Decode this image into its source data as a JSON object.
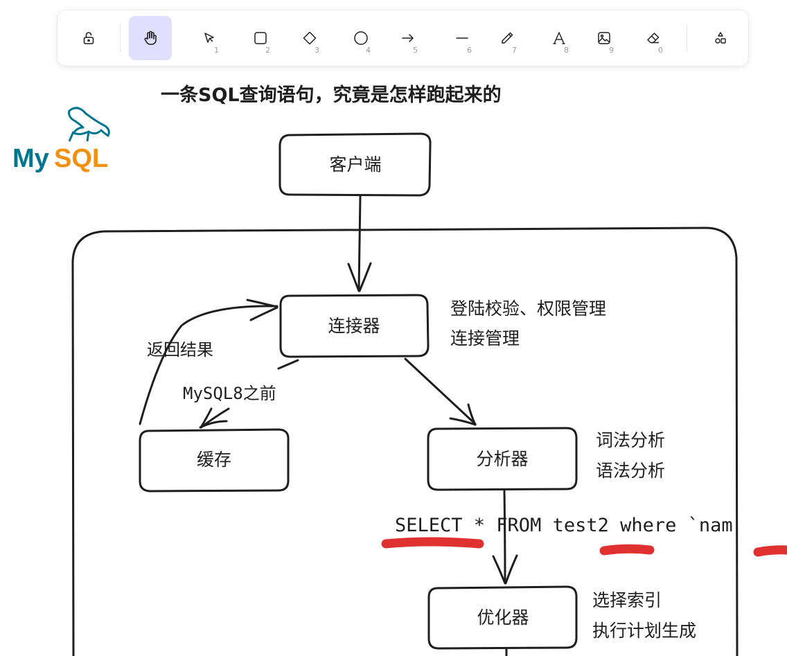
{
  "toolbar": {
    "tools": [
      {
        "name": "lock",
        "icon": "lock-icon",
        "key": ""
      },
      {
        "name": "hand",
        "icon": "hand-icon",
        "key": "",
        "active": true
      },
      {
        "name": "selection",
        "icon": "pointer-icon",
        "key": "1"
      },
      {
        "name": "rectangle",
        "icon": "square-icon",
        "key": "2"
      },
      {
        "name": "diamond",
        "icon": "diamond-icon",
        "key": "3"
      },
      {
        "name": "ellipse",
        "icon": "circle-icon",
        "key": "4"
      },
      {
        "name": "arrow",
        "icon": "arrow-right-icon",
        "key": "5"
      },
      {
        "name": "line",
        "icon": "line-icon",
        "key": "6"
      },
      {
        "name": "draw",
        "icon": "pencil-icon",
        "key": "7"
      },
      {
        "name": "text",
        "icon": "text-icon",
        "key": "8"
      },
      {
        "name": "image",
        "icon": "image-icon",
        "key": "9"
      },
      {
        "name": "eraser",
        "icon": "eraser-icon",
        "key": "0"
      },
      {
        "name": "more-shapes",
        "icon": "shapes-icon",
        "key": ""
      }
    ],
    "accent_color": "#e0dfff"
  },
  "diagram": {
    "title": "一条SQL查询语句，究竟是怎样跑起来的",
    "logo_text_my": "My",
    "logo_text_sql": "SQL",
    "logo_colors": {
      "my": "#00758f",
      "sql": "#f29111"
    },
    "nodes": {
      "client": "客户端",
      "connector": "连接器",
      "cache": "缓存",
      "analyzer": "分析器",
      "optimizer": "优化器"
    },
    "notes": {
      "connector_line1": "登陆校验、权限管理",
      "connector_line2": "连接管理",
      "analyzer_line1": "词法分析",
      "analyzer_line2": "语法分析",
      "optimizer_line1": "选择索引",
      "optimizer_line2": "执行计划生成",
      "return_result": "返回结果",
      "before_mysql8": "MySQL8之前"
    },
    "sql_statement": "SELECT * FROM test2 where `nam",
    "highlight_color": "#e03131"
  }
}
